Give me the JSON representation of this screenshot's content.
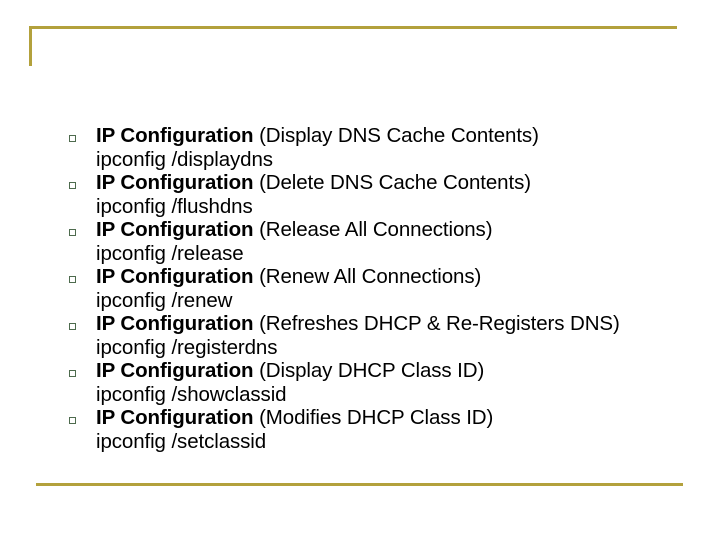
{
  "slide": {
    "background_color": "#ffffff",
    "accent_rule_color": "#b3a13c",
    "bullet_marker_color": "#4e6b4e",
    "text_color": "#000000",
    "decorations": {
      "top_corner_rule": "gold-corner-rule",
      "bottom_rule": "gold-horizontal-rule"
    }
  },
  "bullets": [
    {
      "title": "IP Configuration",
      "detail": " (Display DNS Cache Contents)",
      "command": "ipconfig /displaydns"
    },
    {
      "title": "IP Configuration",
      "detail": " (Delete DNS Cache Contents)",
      "command": "ipconfig /flushdns"
    },
    {
      "title": "IP Configuration",
      "detail": " (Release All Connections)",
      "command": "ipconfig /release"
    },
    {
      "title": "IP Configuration",
      "detail": " (Renew All Connections)",
      "command": "ipconfig /renew"
    },
    {
      "title": "IP Configuration",
      "detail": " (Refreshes DHCP & Re-Registers DNS)",
      "command": "ipconfig /registerdns"
    },
    {
      "title": "IP Configuration",
      "detail": " (Display DHCP Class ID)",
      "command": "ipconfig /showclassid"
    },
    {
      "title": "IP Configuration",
      "detail": " (Modifies DHCP Class ID)",
      "command": "ipconfig /setclassid"
    }
  ]
}
